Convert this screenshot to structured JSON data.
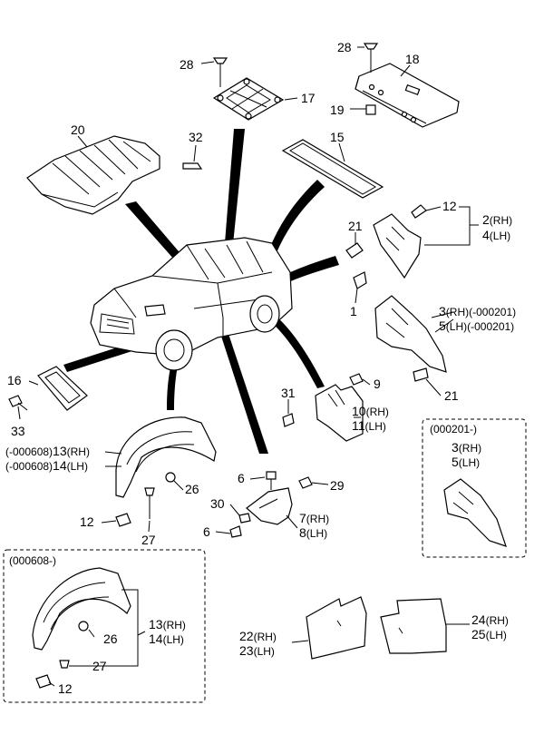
{
  "callouts": {
    "p28a": "28",
    "p17": "17",
    "p28b": "28",
    "p18": "18",
    "p19": "19",
    "p20": "20",
    "p32": "32",
    "p15": "15",
    "p12a": "12",
    "p2": "2",
    "p2s": "(RH)",
    "p4": "4",
    "p4s": "(LH)",
    "p21a": "21",
    "p1": "1",
    "p3": "3",
    "p3s": "(RH)(-000201)",
    "p5": "5",
    "p5s": "(LH)(-000201)",
    "p16": "16",
    "p33": "33",
    "p31": "31",
    "p9": "9",
    "p21b": "21",
    "p10": "10",
    "p10s": "(RH)",
    "p11": "11",
    "p11s": "(LH)",
    "p13pre": "(-000608)",
    "p13": "13",
    "p13s": "(RH)",
    "p14pre": "(-000608)",
    "p14": "14",
    "p14s": "(LH)",
    "p26a": "26",
    "p12b": "12",
    "p27a": "27",
    "p6a": "6",
    "p29": "29",
    "p30": "30",
    "p6b": "6",
    "p7": "7",
    "p7s": "(RH)",
    "p8": "8",
    "p8s": "(LH)",
    "inset1_title": "(000201-)",
    "i1_3": "3",
    "i1_3s": "(RH)",
    "i1_5": "5",
    "i1_5s": "(LH)",
    "inset2_title": "(000608-)",
    "i2_26": "26",
    "i2_13": "13",
    "i2_13s": "(RH)",
    "i2_14": "14",
    "i2_14s": "(LH)",
    "i2_27": "27",
    "i2_12": "12",
    "p22": "22",
    "p22s": "(RH)",
    "p23": "23",
    "p23s": "(LH)",
    "p24": "24",
    "p24s": "(RH)",
    "p25": "25",
    "p25s": "(LH)"
  }
}
